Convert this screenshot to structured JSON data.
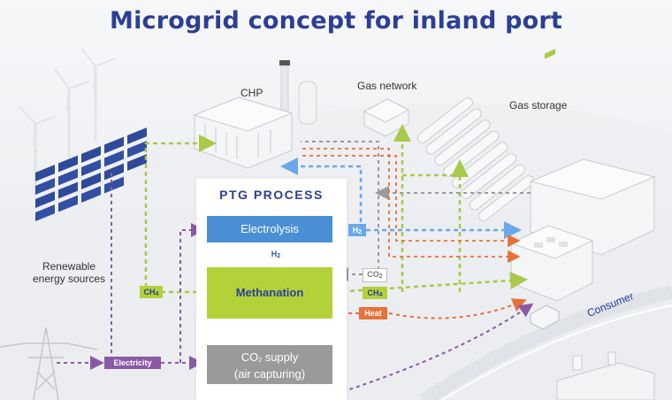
{
  "title": "Microgrid concept for inland port",
  "labels": {
    "chp": "CHP",
    "gas_network": "Gas network",
    "gas_storage": "Gas storage",
    "renewable": "Renewable",
    "energy_sources": "energy sources",
    "consumer": "Consumer"
  },
  "ptg": {
    "title": "PTG PROCESS",
    "electrolysis": "Electrolysis",
    "methanation": "Methanation",
    "co2_supply_line1": "CO",
    "co2_supply_sub": "2",
    "co2_supply_line1_rest": " supply",
    "co2_supply_line2": "(air capturing)"
  },
  "tags": {
    "h2": "H",
    "h2_sub": "2",
    "h2_mid": "H",
    "h2_mid_sub": "2",
    "co2": "CO",
    "co2_sub": "2",
    "ch4_left": "CH",
    "ch4_left_sub": "4",
    "ch4_right": "CH",
    "ch4_right_sub": "4",
    "heat": "Heat",
    "electricity": "Electricity"
  },
  "colors": {
    "title": "#2b3f97",
    "electrolysis": "#4a8fd6",
    "methanation": "#b3d23a",
    "co2_supply": "#9a9a9a",
    "heat": "#e8703a",
    "electricity": "#8a5aa6",
    "h2_arrow": "#6aa8e8",
    "ch4_arrow": "#a8c94a",
    "co2_arrow": "#9a9a9a"
  },
  "icons": [
    "wind-turbine-icon",
    "solar-panel-icon",
    "power-pylon-icon",
    "chp-plant-icon",
    "gas-network-icon",
    "gas-storage-icon",
    "consumer-building-icon",
    "truck-icon",
    "ship-icon"
  ]
}
